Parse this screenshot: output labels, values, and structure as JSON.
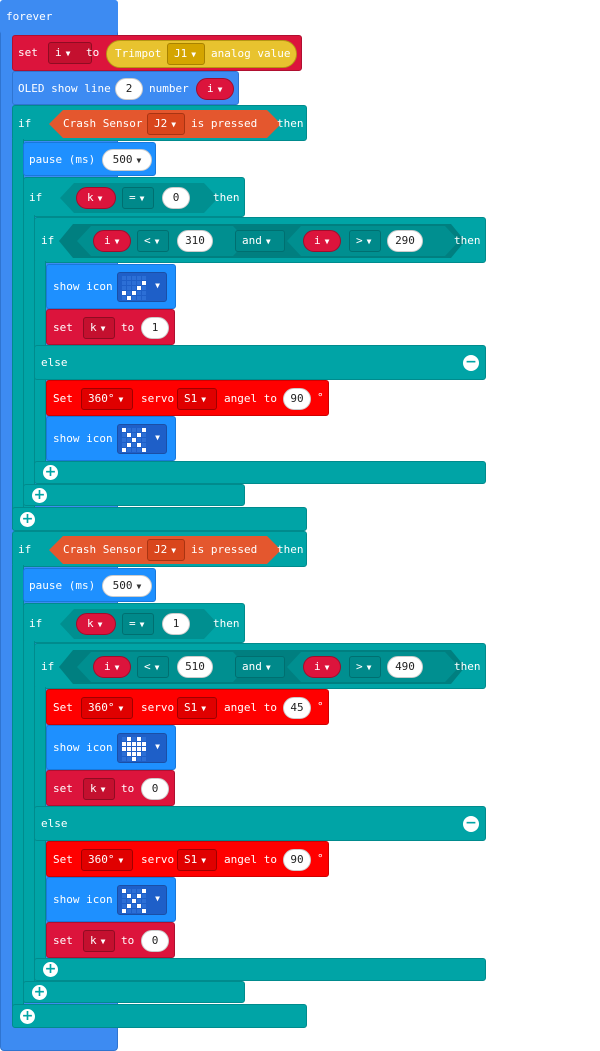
{
  "forever": {
    "label": "forever"
  },
  "set_i": {
    "set": "set",
    "var": "i",
    "to": "to",
    "trimpot": "Trimpot",
    "port": "J1",
    "analog": "analog value"
  },
  "oled": {
    "label1": "OLED show line",
    "line": "2",
    "label2": "number",
    "var": "i"
  },
  "if1": {
    "if": "if",
    "then": "then",
    "crash": {
      "label": "Crash Sensor",
      "port": "J2",
      "pressed": "is pressed"
    },
    "pause": {
      "label": "pause (ms)",
      "value": "500"
    },
    "if_k": {
      "if": "if",
      "then": "then",
      "var": "k",
      "op": "=",
      "value": "0"
    },
    "if_range": {
      "if": "if",
      "then": "then",
      "var1": "i",
      "op1": "<",
      "val1": "310",
      "and": "and",
      "var2": "i",
      "op2": ">",
      "val2": "290"
    },
    "show_icon1": {
      "label": "show icon",
      "icon": "check-pattern-icon"
    },
    "set_k": {
      "set": "set",
      "var": "k",
      "to": "to",
      "value": "1"
    },
    "else": "else",
    "servo": {
      "set": "Set",
      "deg": "360°",
      "servo": "servo",
      "port": "S1",
      "angel": "angel to",
      "value": "90",
      "unit": "°"
    },
    "show_icon2": {
      "label": "show icon",
      "icon": "x-pattern-icon"
    }
  },
  "if2": {
    "if": "if",
    "then": "then",
    "crash": {
      "label": "Crash Sensor",
      "port": "J2",
      "pressed": "is pressed"
    },
    "pause": {
      "label": "pause (ms)",
      "value": "500"
    },
    "if_k": {
      "if": "if",
      "then": "then",
      "var": "k",
      "op": "=",
      "value": "1"
    },
    "if_range": {
      "if": "if",
      "then": "then",
      "var1": "i",
      "op1": "<",
      "val1": "510",
      "and": "and",
      "var2": "i",
      "op2": ">",
      "val2": "490"
    },
    "servo1": {
      "set": "Set",
      "deg": "360°",
      "servo": "servo",
      "port": "S1",
      "angel": "angel to",
      "value": "45",
      "unit": "°"
    },
    "show_icon1": {
      "label": "show icon",
      "icon": "heart-pattern-icon"
    },
    "set_k": {
      "set": "set",
      "var": "k",
      "to": "to",
      "value": "0"
    },
    "else": "else",
    "servo2": {
      "set": "Set",
      "deg": "360°",
      "servo": "servo",
      "port": "S1",
      "angel": "angel to",
      "value": "90",
      "unit": "°"
    },
    "show_icon2": {
      "label": "show icon",
      "icon": "x-pattern-icon"
    }
  },
  "colors": {
    "forever": "#3d8bf2",
    "logic": "#00a4a6",
    "variables": "#dc143c",
    "servo": "#ff0000",
    "crash": "#e4572e",
    "trimpot": "#e8c32f"
  }
}
